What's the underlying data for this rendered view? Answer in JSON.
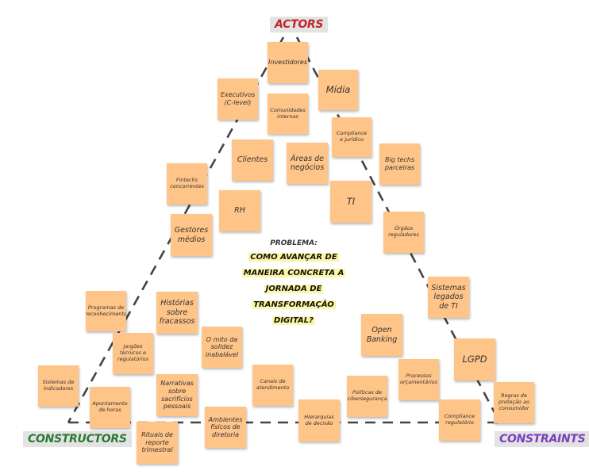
{
  "corners": {
    "actors": {
      "label": "Actors",
      "color": "#c0262d"
    },
    "constructors": {
      "label": "Constructors",
      "color": "#2a7a33"
    },
    "constraints": {
      "label": "Constraints",
      "color": "#7b3fbf"
    }
  },
  "problem": {
    "title": "PROBLEMA:",
    "text": "Como avançar de maneira concreta a jornada de transformação digital?"
  },
  "notes": [
    {
      "id": "investidores",
      "text": "Investidores"
    },
    {
      "id": "midia",
      "text": "Mídia"
    },
    {
      "id": "executivos",
      "text": "Executivos (C-level)"
    },
    {
      "id": "comunidades-internas",
      "text": "Comunidades internas"
    },
    {
      "id": "compliance-juridico",
      "text": "Compliance e jurídico"
    },
    {
      "id": "clientes",
      "text": "Clientes"
    },
    {
      "id": "areas-de-negocios",
      "text": "Áreas de negócios"
    },
    {
      "id": "big-techs",
      "text": "Big techs parceiras"
    },
    {
      "id": "fintechs",
      "text": "Fintechs concorrentes"
    },
    {
      "id": "rh",
      "text": "RH"
    },
    {
      "id": "ti",
      "text": "TI"
    },
    {
      "id": "gestores-medios",
      "text": "Gestores médios"
    },
    {
      "id": "orgaos-reguladores",
      "text": "Órgãos reguladores"
    },
    {
      "id": "sistemas-legados",
      "text": "Sistemas legados de TI"
    },
    {
      "id": "programas-reconhecimento",
      "text": "Programas de reconhecimento"
    },
    {
      "id": "historias-fracassos",
      "text": "Histórias sobre fracassos"
    },
    {
      "id": "open-banking",
      "text": "Open Banking"
    },
    {
      "id": "jargoes",
      "text": "Jargões técnicos e regulatórios"
    },
    {
      "id": "mito-solidez",
      "text": "O mito da solidez inabalável"
    },
    {
      "id": "lgpd",
      "text": "LGPD"
    },
    {
      "id": "sistemas-indicadores",
      "text": "Sistemas de indicadores"
    },
    {
      "id": "canais-atendimento",
      "text": "Canais de atendimento"
    },
    {
      "id": "narrativas",
      "text": "Narrativas sobre sacrifícios pessoais"
    },
    {
      "id": "politicas-ciberseguranca",
      "text": "Políticas de cibersegurança"
    },
    {
      "id": "processos-orcamentarios",
      "text": "Processos orçamentários"
    },
    {
      "id": "regras-protecao",
      "text": "Regras de proteção ao consumidor"
    },
    {
      "id": "apontamento-horas",
      "text": "Apontamento de horas"
    },
    {
      "id": "ambientes-fisicos",
      "text": "Ambientes físicos de diretoria"
    },
    {
      "id": "hierarquias",
      "text": "Hierarquias de decisão"
    },
    {
      "id": "compliance-regulatorio",
      "text": "Compliance regulatório"
    },
    {
      "id": "rituais-reporte",
      "text": "Rituais de reporte trimestral"
    }
  ]
}
